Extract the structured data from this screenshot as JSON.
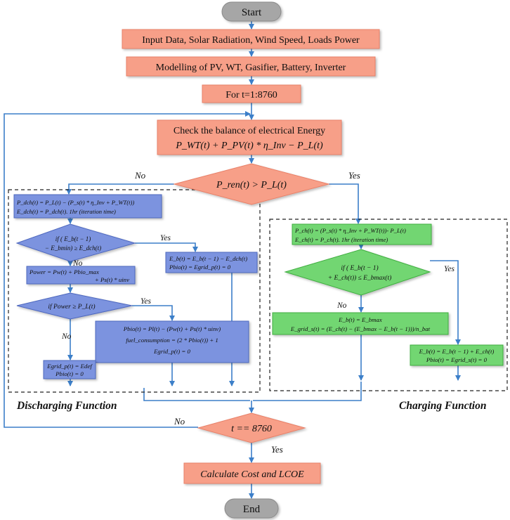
{
  "nodes": {
    "start": "Start",
    "input": "Input Data, Solar Radiation, Wind Speed, Loads Power",
    "modelling": "Modelling of PV, WT, Gasifier, Battery, Inverter",
    "loop": "For t=1:8760",
    "balance_title": "Check the balance of electrical Energy",
    "balance_eq": "P_WT(t) + P_PV(t) * η_Inv − P_L(t)",
    "decision_main": "P_ren(t) > P_L(t)",
    "dch_line1": "P_dch(t) = P_L(t) − (P_s(t) * η_Inv + P_WT(t))",
    "dch_line2": "E_dch(t) = P_dch(t). 1hr (iteration time)",
    "dec_dch_line1": "if    ( E_b(t − 1)",
    "dec_dch_line2": "− E_bmin) ≥ E_dch(t)",
    "eb_dch_line1": "E_b(t) = E_b(t − 1) − E_dch(t)",
    "eb_dch_line2": "Pbio(t) = Egrid_p(t) = 0",
    "power_line1": "Power = Pw(t) + Pbio_max",
    "power_line2": "+ Ps(t) * uinv",
    "dec_power": "if  Power ≥ P_L(t)",
    "pbio_line1": "Pbio(t) = Pl(t) − (Pw(t) + Ps(t) * uinv)",
    "pbio_line2": "fuel_consumption = (2 * Pbio(t)) + 1",
    "pbio_line3": "Egrid_p(t) = 0",
    "egrid_line1": "Egrid_p(t) = Edef",
    "egrid_line2": "Pbio(t) = 0",
    "ch_line1": "P_ch(t) = (P_s(t) * η_Inv + P_WT(t))- P_L(t)",
    "ch_line2": "E_ch(t) = P_ch(t). 1hr (iteration time)",
    "dec_ch_line1": "if      ( E_b(t − 1)",
    "dec_ch_line2": "+ E_ch(t)) ≤ E_bmax(t)",
    "ebmax_line1": "E_b(t) = E_bmax",
    "ebmax_line2": "E_grid_s(t) = (E_ch(t) − (E_bmax − E_b(t − 1)))/n_bat",
    "eb_ch_line1": "E_b(t) = E_b(t − 1) + E_ch(t)",
    "eb_ch_line2": "Pbio(t) = Egrid_s(t) = 0",
    "decision_end": "t == 8760",
    "cost": "Calculate Cost and LCOE",
    "end": "End"
  },
  "labels": {
    "no_main": "No",
    "yes_main": "Yes",
    "yes_dch": "Yes",
    "no_dch": "No",
    "yes_power": "Yes",
    "no_power": "No",
    "yes_ch": "Yes",
    "no_ch": "No",
    "no_end": "No",
    "yes_end": "Yes",
    "discharging": "Discharging Function",
    "charging": "Charging Function"
  },
  "colors": {
    "salmon": "#F79F88",
    "salmon_stroke": "#E88068",
    "terminal": "#A6A6A6",
    "blue": "#7C93DF",
    "blue_stroke": "#4E67BE",
    "green": "#72D672",
    "green_stroke": "#3FAE3F",
    "arrow": "#3C7FC9"
  }
}
